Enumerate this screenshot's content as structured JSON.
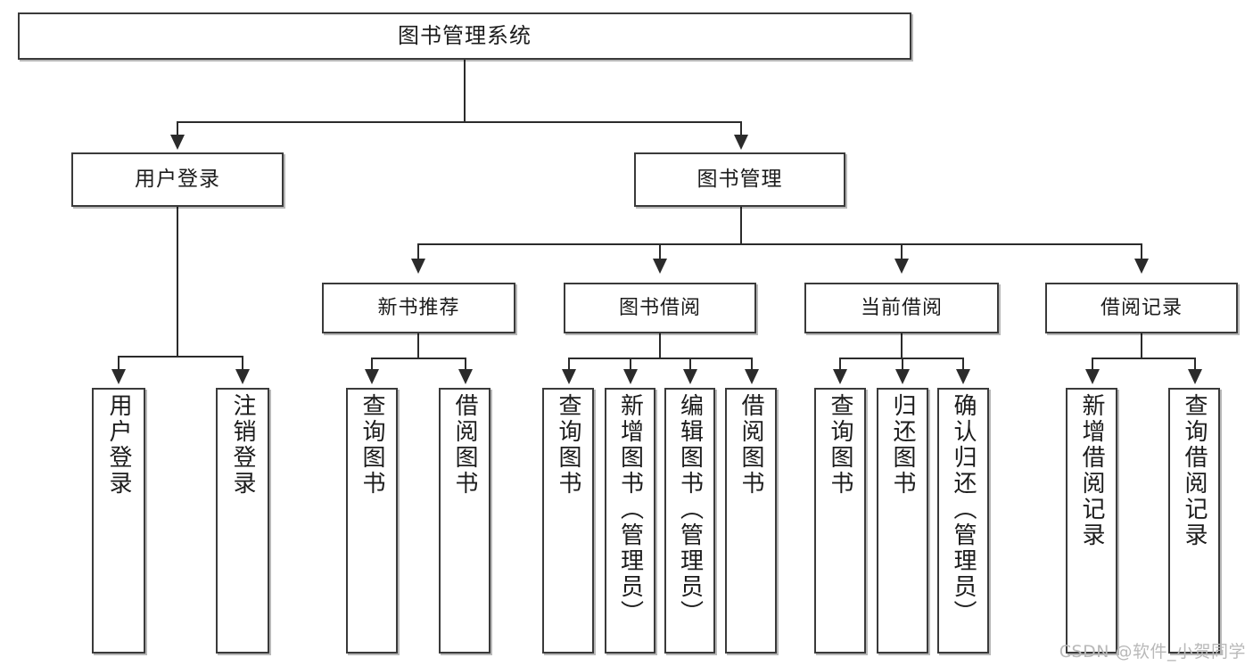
{
  "diagram": {
    "type": "tree-hierarchy",
    "title": "图书管理系统",
    "root": {
      "label": "图书管理系统"
    },
    "level2": [
      {
        "label": "用户登录"
      },
      {
        "label": "图书管理"
      }
    ],
    "level3": [
      {
        "label": "新书推荐"
      },
      {
        "label": "图书借阅"
      },
      {
        "label": "当前借阅"
      },
      {
        "label": "借阅记录"
      }
    ],
    "leaves": {
      "user_login": [
        {
          "label": "用户登录"
        },
        {
          "label": "注销登录"
        }
      ],
      "new_book_recommend": [
        {
          "label": "查询图书"
        },
        {
          "label": "借阅图书"
        }
      ],
      "book_borrow": [
        {
          "label": "查询图书"
        },
        {
          "label": "新增图书（管理员）"
        },
        {
          "label": "编辑图书（管理员）"
        },
        {
          "label": "借阅图书"
        }
      ],
      "current_borrow": [
        {
          "label": "查询图书"
        },
        {
          "label": "归还图书"
        },
        {
          "label": "确认归还（管理员）"
        }
      ],
      "borrow_record": [
        {
          "label": "新增借阅记录"
        },
        {
          "label": "查询借阅记录"
        }
      ]
    }
  },
  "watermark": {
    "text": "CSDN @软件_小贺同学"
  },
  "colors": {
    "box_border": "#3a3a3a",
    "line": "#2b2b2b",
    "text": "#1c1c1c",
    "background": "#ffffff",
    "watermark": "#b9b9b9"
  }
}
